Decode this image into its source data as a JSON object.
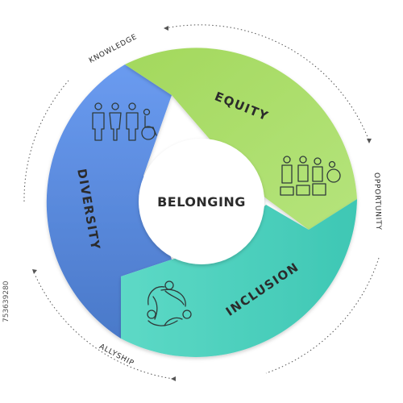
{
  "center": {
    "label": "BELONGING"
  },
  "segments": [
    {
      "label": "EQUITY",
      "color": "#a9dd6b",
      "icon": "people-equity-icon"
    },
    {
      "label": "INCLUSION",
      "color": "#4fd1bf",
      "icon": "circular-people-icon"
    },
    {
      "label": "DIVERSITY",
      "color": "#5b8ee0",
      "icon": "diverse-people-icon"
    }
  ],
  "outer_labels": {
    "knowledge": "KNOWLEDGE",
    "opportunity": "OPPORTUNITY",
    "allyship": "ALLYSHIP"
  },
  "watermark": "753639280"
}
